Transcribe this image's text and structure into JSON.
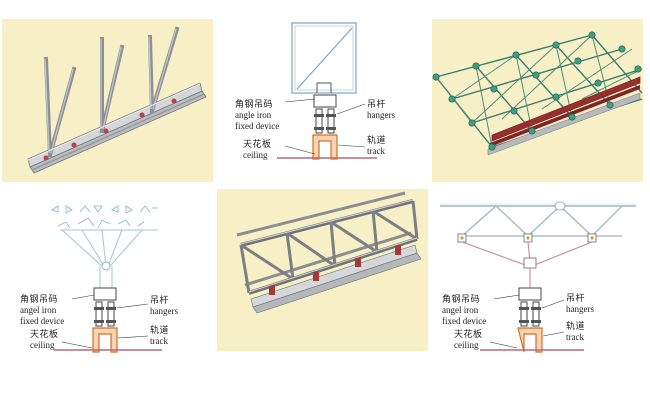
{
  "panels": {
    "p2": {
      "angle_cn": "角钢吊码",
      "angle_en_1": "angle iron",
      "angle_en_2": "fixed device",
      "hangers_cn": "吊杆",
      "hangers_en": "hangers",
      "ceiling_cn": "天花板",
      "ceiling_en": "ceiling",
      "track_cn": "轨道",
      "track_en": "track"
    },
    "p4": {
      "angle_cn": "角钢吊码",
      "angle_en_1": "angel iron",
      "angle_en_2": "fixed device",
      "hangers_cn": "吊杆",
      "hangers_en": "hangers",
      "ceiling_cn": "天花板",
      "ceiling_en": "ceiling",
      "track_cn": "轨道",
      "track_en": "track"
    },
    "p6": {
      "angle_cn": "角钢吊码",
      "angle_en_1": "angel iron",
      "angle_en_2": "fixed device",
      "hangers_cn": "吊杆",
      "hangers_en": "hangers",
      "ceiling_cn": "天花板",
      "ceiling_en": "ceiling",
      "track_cn": "轨道",
      "track_en": "track"
    }
  },
  "colors": {
    "panel_bg": "#f7efc6",
    "steel": "#9aa0a6",
    "track_orange": "#d07020",
    "ceiling_line": "#b46a7a",
    "node_teal": "#3f9d86",
    "beam_red": "#9b2d2d"
  }
}
